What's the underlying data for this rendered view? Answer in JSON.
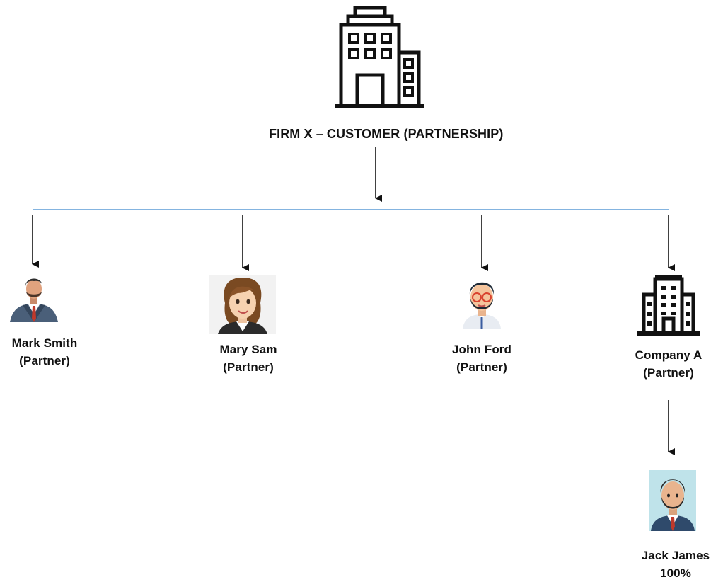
{
  "diagram": {
    "root": {
      "label": "FIRM X – CUSTOMER (PARTNERSHIP)",
      "icon": "office-building-icon"
    },
    "bus_line_color": "#5b9bd5",
    "arrow_color": "#111111",
    "partners": [
      {
        "name": "Mark Smith",
        "role": "(Partner)",
        "icon": "businessman-avatar-icon"
      },
      {
        "name": "Mary Sam",
        "role": "(Partner)",
        "icon": "businesswoman-avatar-icon"
      },
      {
        "name": "John Ford",
        "role": "(Partner)",
        "icon": "bearded-man-glasses-avatar-icon"
      },
      {
        "name": "Company A",
        "role": "(Partner)",
        "icon": "company-building-icon"
      }
    ],
    "owner": {
      "name": "Jack James",
      "share": "100%",
      "icon": "bearded-businessman-avatar-icon"
    }
  }
}
